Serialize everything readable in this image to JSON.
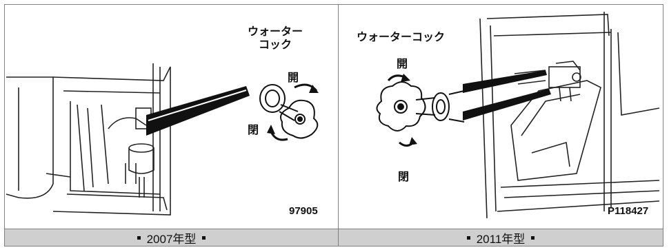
{
  "panels": [
    {
      "model_year": "2007年型",
      "callout": "ウォーター\nコック",
      "open_label": "開",
      "close_label": "閉",
      "figure_id": "97905"
    },
    {
      "model_year": "2011年型",
      "callout": "ウォーターコック",
      "open_label": "開",
      "close_label": "閉",
      "figure_id": "P118427"
    }
  ]
}
